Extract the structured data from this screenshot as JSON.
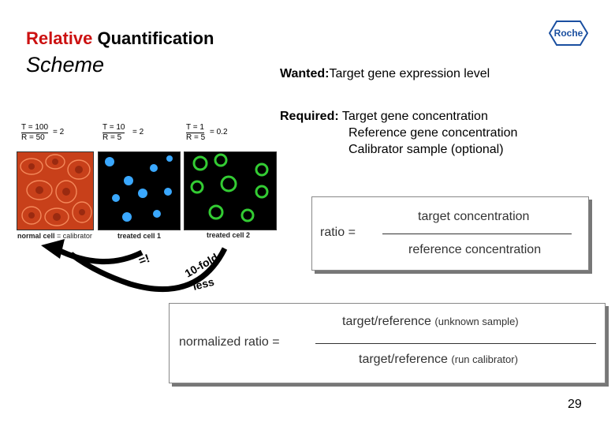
{
  "title": {
    "part1": "Relative",
    "part2": " Quantification",
    "subtitle": "Scheme"
  },
  "logo": {
    "text": "Roche"
  },
  "wanted": {
    "label": "Wanted:",
    "text": "Target gene expression level"
  },
  "required": {
    "label": "Required:",
    "items": [
      "Target gene concentration",
      "Reference gene concentration",
      "Calibrator sample (optional)"
    ]
  },
  "panels": [
    {
      "t": "T = 100",
      "r": "R =  50",
      "result": "= 2",
      "caption": "normal cell",
      "caption_extra": "= calibrator"
    },
    {
      "t": "T = 10",
      "r": "R =  5",
      "result": "= 2",
      "caption": "treated cell 1"
    },
    {
      "t": "T = 1",
      "r": "R = 5",
      "result": "= 0.2",
      "caption": "treated cell 2"
    }
  ],
  "arrow_labels": {
    "equal": "=!",
    "fold": "10-fold",
    "less": "less"
  },
  "formula1": {
    "label": "ratio =",
    "numerator": "target concentration",
    "denominator": "reference concentration"
  },
  "formula2": {
    "label": "normalized ratio =",
    "numerator": "target/reference",
    "numerator_note": "(unknown sample)",
    "denominator": "target/reference",
    "denominator_note": "(run calibrator)"
  },
  "page_number": "29",
  "colors": {
    "title_red": "#cc1111",
    "normal_cell": "#c8401a",
    "blue_cell": "#3aa8ff",
    "green_cell": "#33cc33"
  }
}
